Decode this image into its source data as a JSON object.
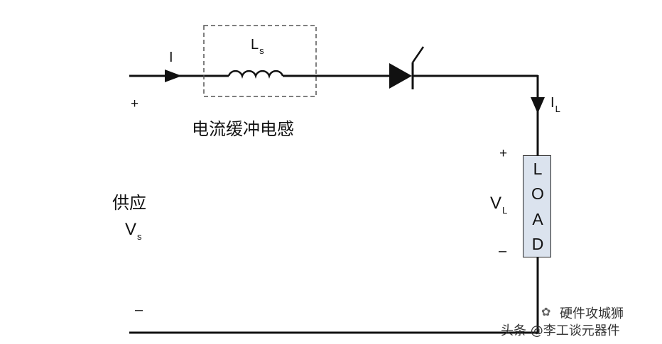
{
  "labels": {
    "current": "I",
    "inductor_symbol": "L",
    "inductor_sub": "s",
    "inductor_caption": "电流缓冲电感",
    "supply_caption": "供应",
    "supply_symbol": "V",
    "supply_sub": "s",
    "supply_plus": "+",
    "supply_minus": "–",
    "load_current": "I",
    "load_current_sub": "L",
    "load_voltage": "V",
    "load_voltage_sub": "L",
    "load_plus": "+",
    "load_minus": "–",
    "load_letters": [
      "L",
      "O",
      "A",
      "D"
    ]
  },
  "watermark": {
    "line1": "硬件攻城狮",
    "line2": "头条 @李工谈元器件"
  },
  "colors": {
    "wire": "#111111",
    "dashed_box": "#555555",
    "load_fill": "#dbe3ee"
  }
}
